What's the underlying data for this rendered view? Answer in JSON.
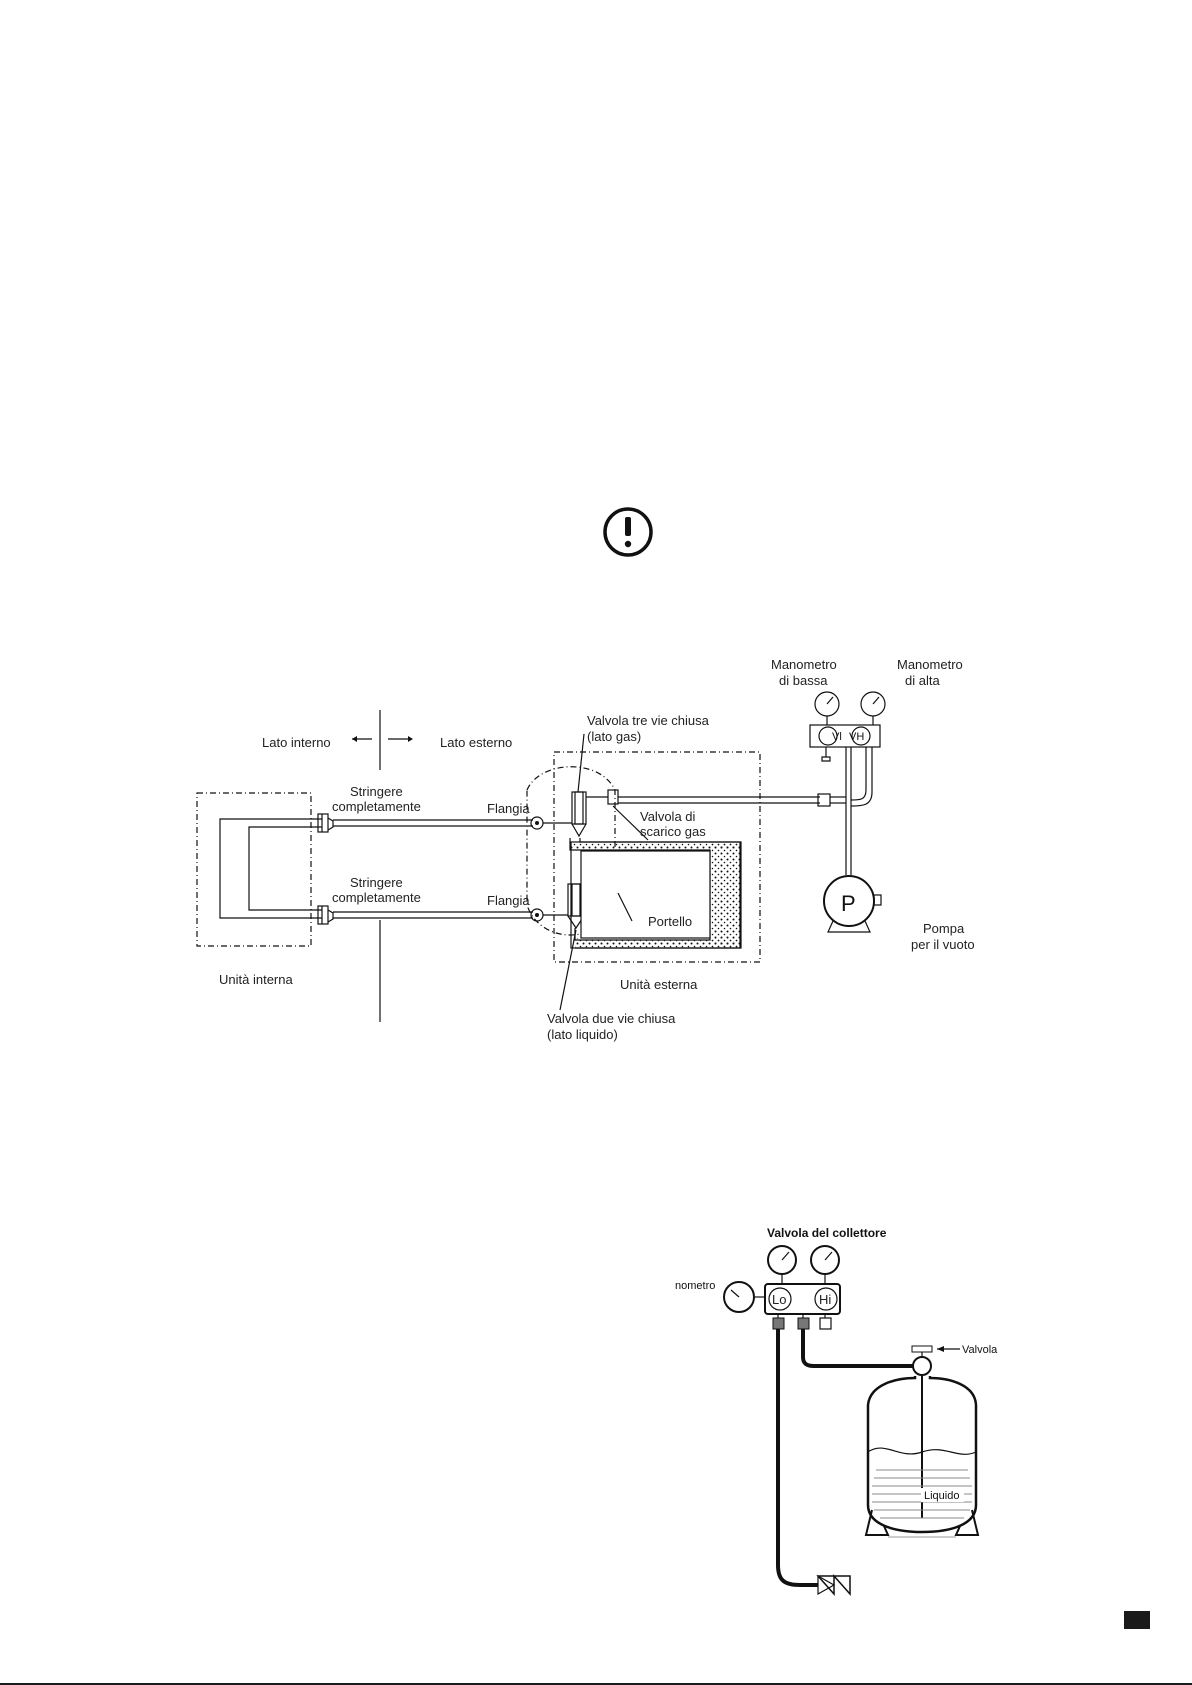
{
  "warning_icon": "exclamation-circle-icon",
  "vacuum_diagram": {
    "lato_interno": "Lato interno",
    "lato_esterno": "Lato esterno",
    "manometro_bassa_1": "Manometro",
    "manometro_bassa_2": "di bassa",
    "manometro_alta_1": "Manometro",
    "manometro_alta_2": "di alta",
    "gauge_vl": "Vl",
    "gauge_vh": "VH",
    "valvola_tre_vie_1": "Valvola tre vie chiusa",
    "valvola_tre_vie_2": "(lato gas)",
    "stringere_1a": "Stringere",
    "stringere_1b": "completamente",
    "stringere_2a": "Stringere",
    "stringere_2b": "completamente",
    "flangia_1": "Flangia",
    "flangia_2": "Flangia",
    "valvola_scarico_1": "Valvola di",
    "valvola_scarico_2": "scarico gas",
    "portello": "Portello",
    "pump_letter": "P",
    "pompa_1": "Pompa",
    "pompa_2": "per il vuoto",
    "unita_interna": "Unità interna",
    "unita_esterna": "Unità esterna",
    "valvola_due_vie_1": "Valvola due vie chiusa",
    "valvola_due_vie_2": "(lato liquido)"
  },
  "charging_diagram": {
    "valvola_collettore": "Valvola del collettore",
    "manometro": "nometro",
    "lo": "Lo",
    "hi": "Hi",
    "valvola": "Valvola",
    "liquido": "Liquido"
  }
}
